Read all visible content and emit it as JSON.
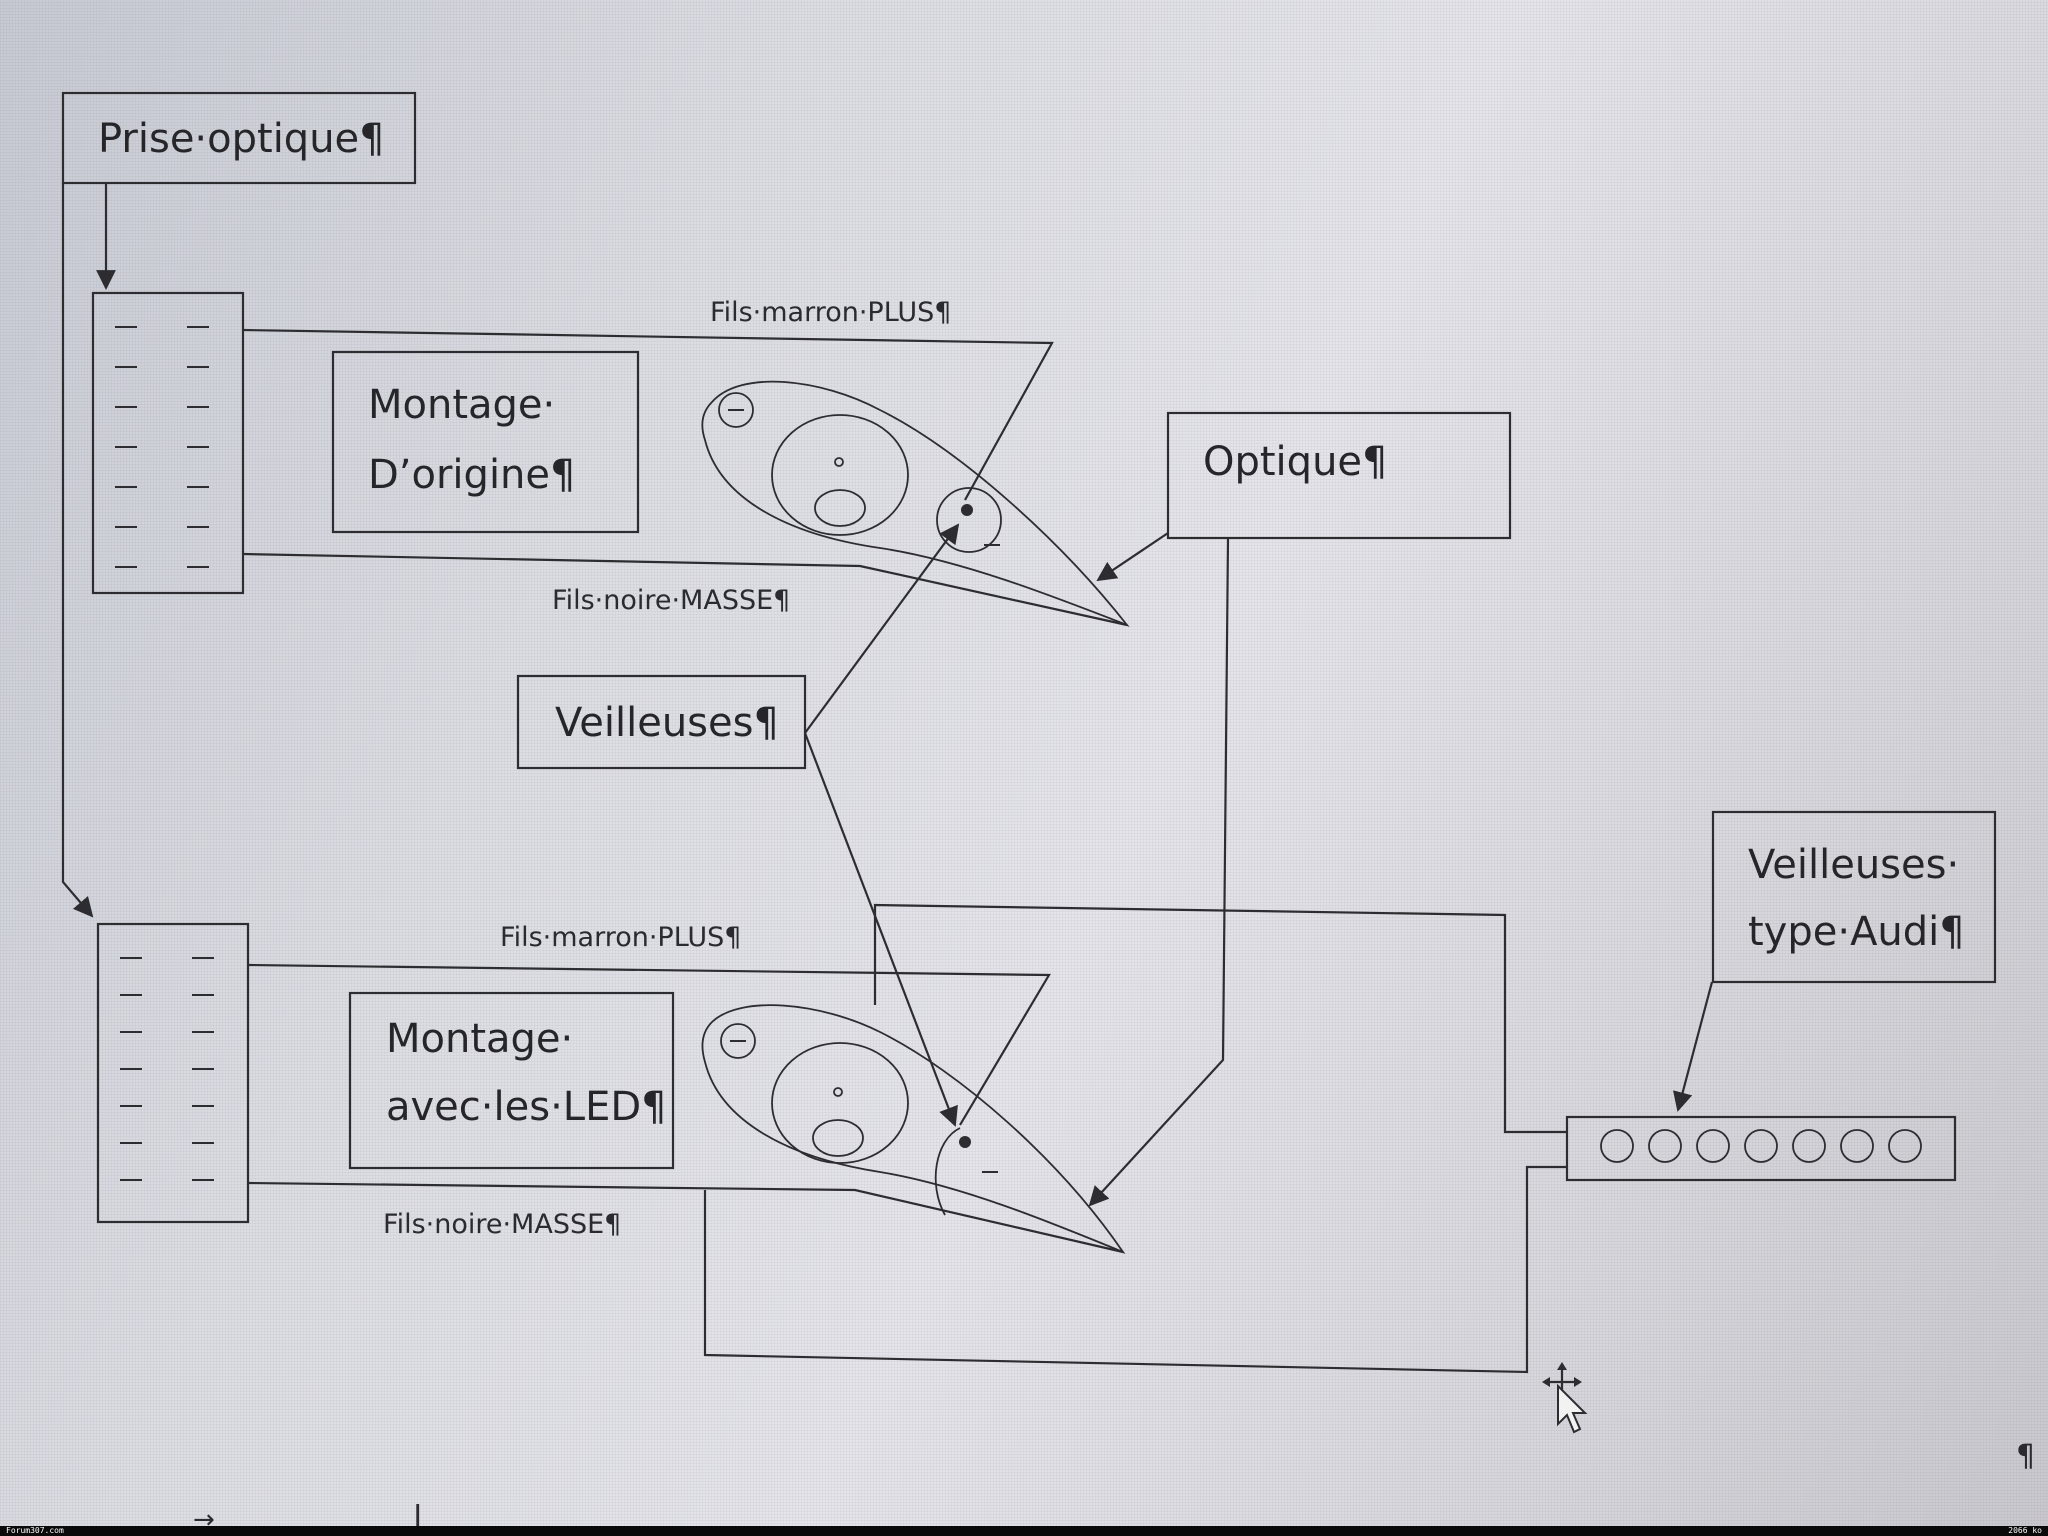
{
  "labels": {
    "prise_optique": "Prise·optique¶",
    "montage_origine_line1": "Montage·",
    "montage_origine_line2": "D’origine¶",
    "montage_led_line1": "Montage·",
    "montage_led_line2": "avec·les·LED¶",
    "optique": "Optique¶",
    "veilleuses": "Veilleuses¶",
    "veilleuses_audi_line1": "Veilleuses·",
    "veilleuses_audi_line2": "type·Audi¶"
  },
  "wires": {
    "top_plus": "Fils·marron·PLUS¶",
    "top_masse": "Fils·noire·MASSE¶",
    "bottom_plus": "Fils·marron·PLUS¶",
    "bottom_masse": "Fils·noire·MASSE¶"
  },
  "led_strip": {
    "led_count": 7
  },
  "page_marks": {
    "pilcrow": "¶",
    "arrow_glyph": "→",
    "cursor_glyph": "|"
  },
  "footer": {
    "left_text": "Forum307.com",
    "right_text": "2066 ko"
  }
}
